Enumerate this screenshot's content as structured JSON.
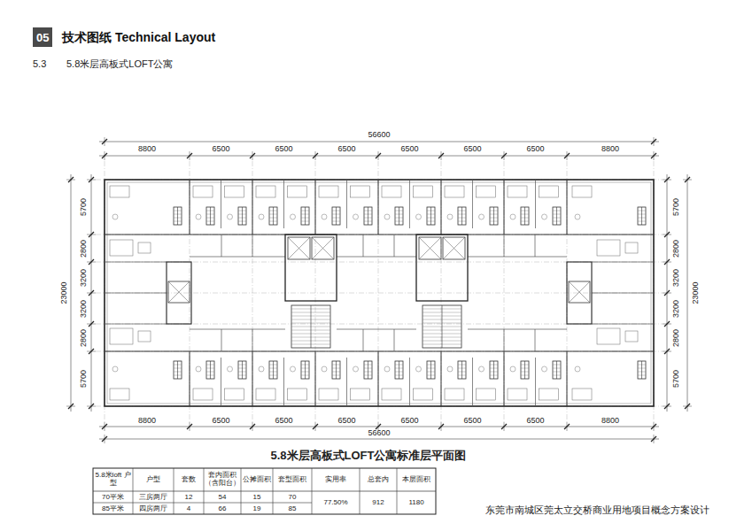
{
  "diagram": {
    "title": "技术图纸 Technical Layout",
    "caption": "5.8米层高板式LOFT公寓标准层平面图",
    "nodes": [
      {
        "text": [
          "05"
        ]
      }
    ],
    "labels": [
      "5.3",
      "5.8米层高板式LOFT公寓",
      "56600",
      "8800",
      "6500",
      "6500",
      "6500",
      "6500",
      "6500",
      "6500",
      "8800",
      "5700",
      "2800",
      "3200",
      "3200",
      "2800",
      "5700",
      "23000",
      "5700",
      "2800",
      "3200",
      "3200",
      "2800",
      "5700",
      "23000",
      "8800",
      "6500",
      "6500",
      "6500",
      "6500",
      "6500",
      "6500",
      "8800",
      "56600",
      "5.8米loft 户型",
      "户型",
      "套数",
      "套内面积 （含阳台）",
      "公摊面积",
      "套型面积",
      "实用率",
      "总套内",
      "本层面积",
      "70平米",
      "三房两厅",
      "12",
      "54",
      "15",
      "70",
      "85平米",
      "四房两厅",
      "4",
      "66",
      "19",
      "85",
      "77.50%",
      "912",
      "1180",
      "东莞市南城区莞太立交桥商业用地项目概念方案设计"
    ]
  }
}
